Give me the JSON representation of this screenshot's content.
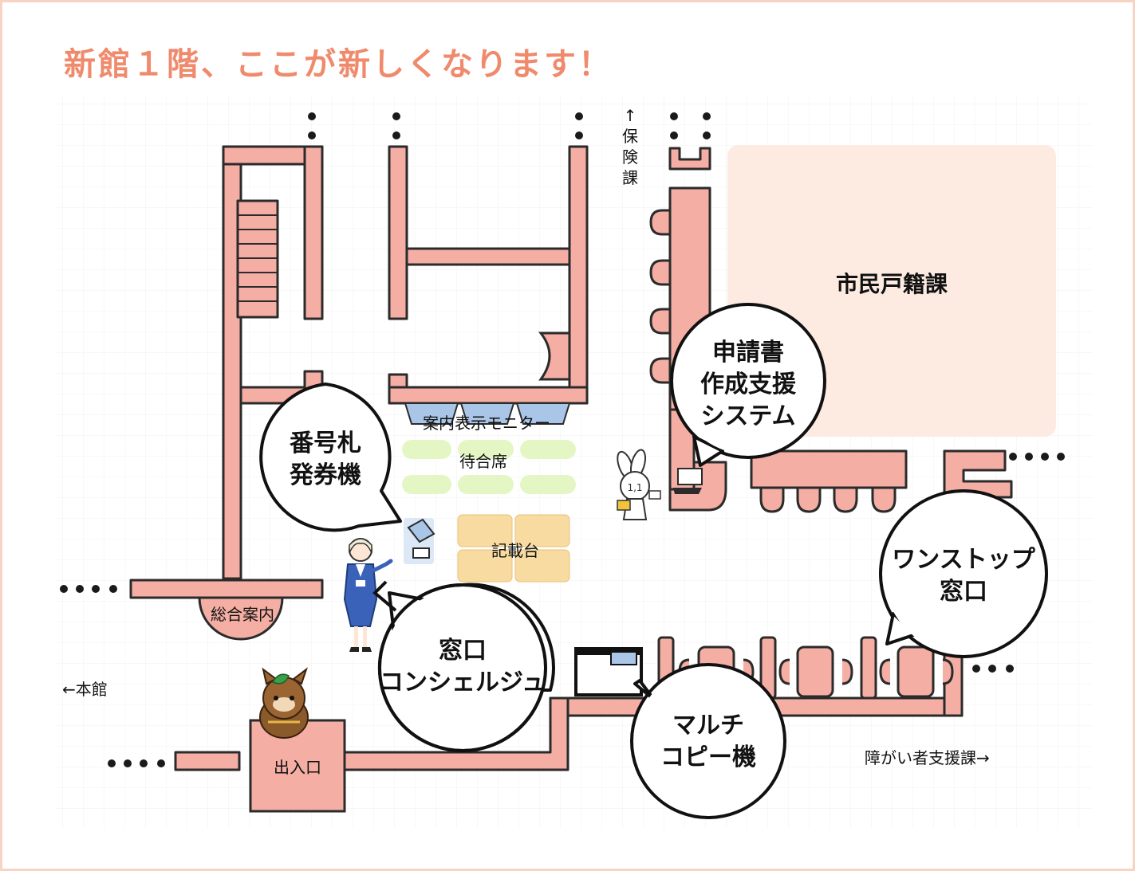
{
  "title": "新館１階、ここが新しくなります！",
  "colors": {
    "frame": "#f8d3c2",
    "title": "#f08a6c",
    "wall_fill": "#f4aea4",
    "wall_stroke": "#2b2b2b",
    "office_area": "#fdebe2",
    "waiting_seats": "#e4f6c4",
    "writing_desks": "#f8dba0",
    "monitor": "#a9c6e8",
    "background_grid": "#f1f1f1"
  },
  "directions": {
    "hoken": "↑保険課",
    "honkan": "←本館",
    "shogai": "障がい者支援課→"
  },
  "rooms": {
    "shimin": "市民戸籍課",
    "sogo": "総合案内",
    "entrance": "出入口"
  },
  "areas": {
    "monitor": "案内表示モニター",
    "waiting": "待合席",
    "writing": "記載台"
  },
  "callouts": {
    "ticket": [
      "番号札",
      "発券機"
    ],
    "concierge": [
      "窓口",
      "コンシェルジュ"
    ],
    "copier": [
      "マルチ",
      "コピー機"
    ],
    "onestop": [
      "ワンストップ",
      "窓口"
    ],
    "shinsei": [
      "申請書",
      "作成支援",
      "システム"
    ]
  },
  "icons": [
    "concierge-staff-icon",
    "rabbit-mascot-icon",
    "tanuki-mascot-icon",
    "ticket-machine-icon",
    "laptop-icon",
    "copier-icon"
  ]
}
